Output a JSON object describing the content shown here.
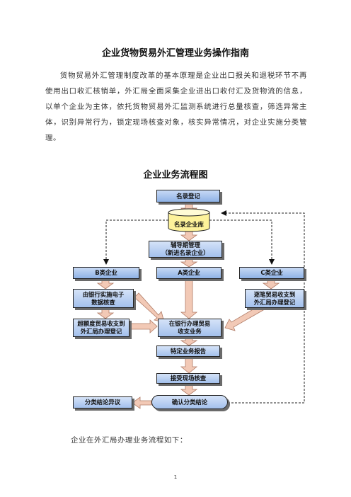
{
  "document": {
    "title": "企业货物贸易外汇管理业务操作指南",
    "intro": "货物贸易外汇管理制度改革的基本原理是企业出口报关和退税环节不再使用出口收汇核销单，外汇局全面采集企业进出口收付汇及货物流的信息，以单个企业为主体，依托货物贸易外汇监测系统进行总量核查，筛选异常主体，识别异常行为，锁定现场核查对象，核实异常情况，对企业实施分类管理。",
    "flow_title": "企业业务流程图",
    "footer_note": "企业在外汇局办理业务流程如下：",
    "page_number": "1"
  },
  "flowchart": {
    "register": "名录登记",
    "database": "名录企业库",
    "guidance_line1": "辅导期管理",
    "guidance_line2": "（新进名录企业）",
    "class_b": "B类企业",
    "class_a": "A类企业",
    "class_c": "C类企业",
    "bank_check_line1": "由银行实施电子",
    "bank_check_line2": "数据核查",
    "c_register_line1": "逐笔贸易收支到",
    "c_register_line2": "外汇局办理登记",
    "over_limit_line1": "超额度贸易收支到",
    "over_limit_line2": "外汇局办理登记",
    "bank_handle_line1": "在银行办理贸易",
    "bank_handle_line2": "收支业务",
    "special_report": "特定业务报告",
    "site_check": "接受现场核查",
    "objection": "分类结论异议",
    "confirm": "确认分类结论"
  },
  "colors": {
    "box_blue": "#9dbbe9",
    "db_yellow": "#fdf29a",
    "arrow_fill": "#f2c9b6",
    "arrow_stroke": "#b07b66"
  }
}
